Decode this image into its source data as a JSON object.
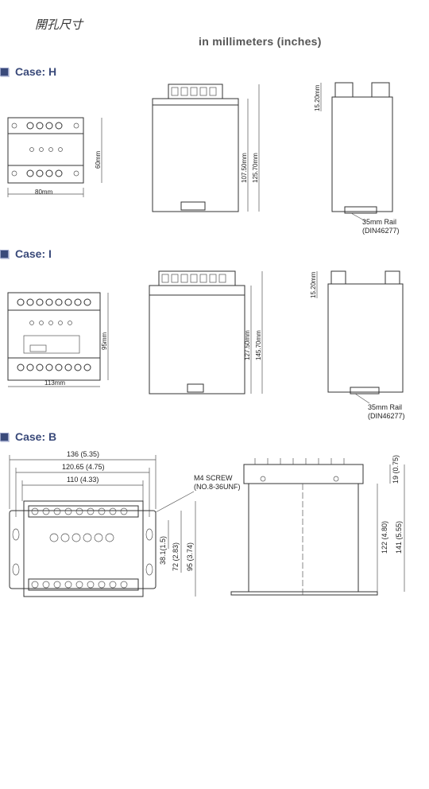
{
  "header": {
    "title": "開孔尺寸",
    "units": "in millimeters (inches)"
  },
  "cases": {
    "h": {
      "label": "Case: H",
      "width_dim": "80mm",
      "height_dim": "60mm",
      "front_h1": "107.50mm",
      "front_h2": "125.70mm",
      "terminal_h": "15.20mm",
      "rail_line1": "35mm Rail",
      "rail_line2": "(DIN46277)"
    },
    "i": {
      "label": "Case: I",
      "width_dim": "113mm",
      "height_dim": "95mm",
      "front_h1": "127.50mm",
      "front_h2": "145.70mm",
      "terminal_h": "15.20mm",
      "rail_line1": "35mm Rail",
      "rail_line2": "(DIN46277)"
    },
    "b": {
      "label": "Case: B",
      "dim1": "136 (5.35)",
      "dim2": "120.65 (4.75)",
      "dim3": "110 (4.33)",
      "screw1": "M4 SCREW",
      "screw2": "(NO.8-36UNF)",
      "v1": "38.1(1.5)",
      "v2": "72 (2.83)",
      "v3": "95 (3.74)",
      "s1": "19 (0.75)",
      "s2": "122 (4.80)",
      "s3": "141 (5.55)"
    }
  }
}
